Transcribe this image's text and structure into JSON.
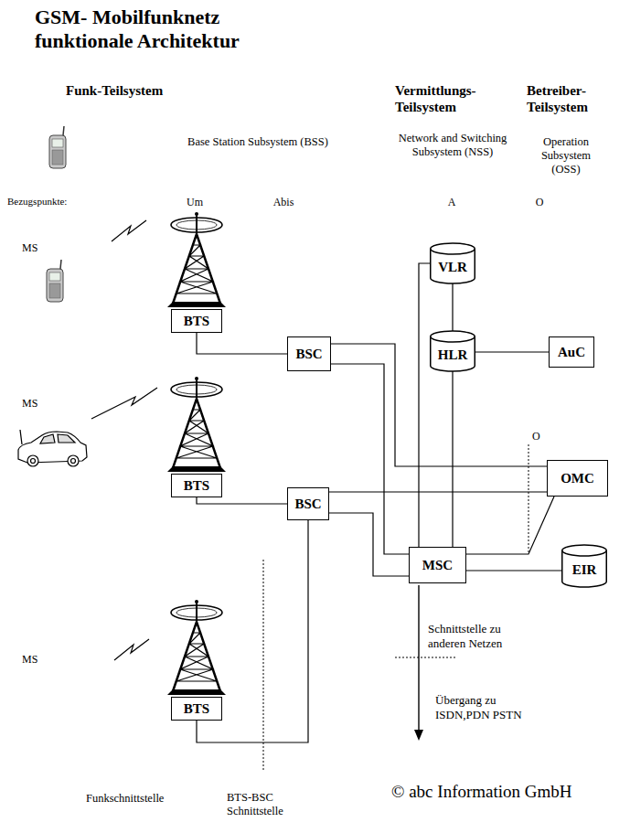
{
  "diagram": {
    "title": "GSM- Mobilfunknetz funktionale Architektur",
    "nodes": [
      {
        "text": [
          "VLR"
        ]
      },
      {
        "text": [
          "BTS"
        ]
      },
      {
        "text": [
          "BSC"
        ]
      },
      {
        "text": [
          "HLR"
        ]
      },
      {
        "text": [
          "AuC"
        ]
      },
      {
        "text": [
          "BTS"
        ]
      },
      {
        "text": [
          "OMC"
        ]
      },
      {
        "text": [
          "BSC"
        ]
      },
      {
        "text": [
          "MSC"
        ]
      },
      {
        "text": [
          "EIR"
        ]
      },
      {
        "text": [
          "BTS"
        ]
      }
    ],
    "edges": [
      {
        "from": 1,
        "to": 2,
        "arrow": "none"
      },
      {
        "from": 5,
        "to": 7,
        "arrow": "none"
      },
      {
        "from": 10,
        "to": 7,
        "arrow": "none"
      },
      {
        "from": 2,
        "to": 6,
        "arrow": "none"
      },
      {
        "from": 2,
        "to": 8,
        "arrow": "none"
      },
      {
        "from": 7,
        "to": 6,
        "arrow": "none"
      },
      {
        "from": 7,
        "to": 8,
        "arrow": "none"
      },
      {
        "from": 0,
        "to": 8,
        "arrow": "none"
      },
      {
        "from": 0,
        "to": 3,
        "arrow": "none"
      },
      {
        "from": 3,
        "to": 8,
        "arrow": "none"
      },
      {
        "from": 3,
        "to": 4,
        "arrow": "none"
      },
      {
        "from": 8,
        "to": 6,
        "arrow": "none"
      },
      {
        "from": 8,
        "to": 9,
        "arrow": "none"
      }
    ],
    "labels": [
      "Funk-Teilsystem",
      "Vermittlungs- Teilsystem",
      "Betreiber- Teilsystem",
      "Base Station Subsystem (BSS)",
      "Network and Switching Subsystem (NSS)",
      "Operation Subsystem (OSS)",
      "Bezugspunkte:",
      "Um",
      "Abis",
      "A",
      "O",
      "MS",
      "MS",
      "O",
      "MS",
      "Schnittstelle zu anderen Netzen",
      "Übergang zu ISDN,PDN PSTN",
      "Funkschnittstelle",
      "BTS-BSC Schnittstelle",
      "© abc Information GmbH"
    ]
  }
}
